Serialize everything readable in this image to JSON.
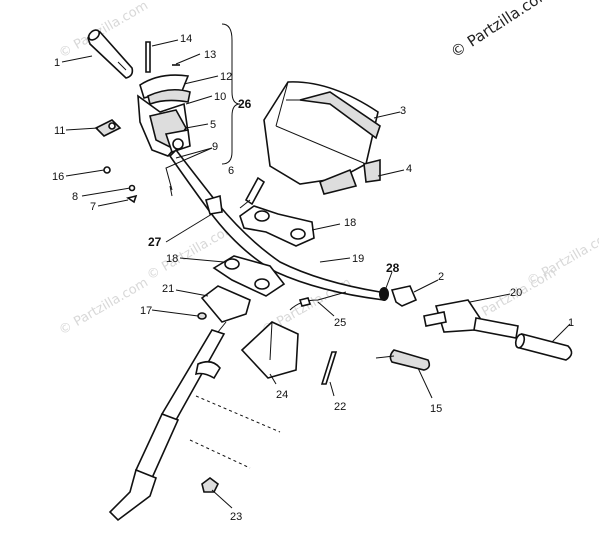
{
  "watermarks": [
    "© Partzilla.com",
    "© Partzilla.com",
    "© Partzilla.com",
    "© Partzilla.com",
    "© Partzilla.com",
    "© Partzilla.com"
  ],
  "copyright": "© Partzilla.com",
  "callouts": {
    "c1a": "1",
    "c14": "14",
    "c13": "13",
    "c12": "12",
    "c10": "10",
    "c26": "26",
    "c11": "11",
    "c5": "5",
    "c9": "9",
    "c16": "16",
    "c8": "8",
    "c7": "7",
    "c6": "6",
    "c3": "3",
    "c4": "4",
    "c18a": "18",
    "c27": "27",
    "c18b": "18",
    "c19": "19",
    "c28": "28",
    "c2": "2",
    "c20": "20",
    "c1b": "1",
    "c21": "21",
    "c17": "17",
    "c25": "25",
    "c22": "22",
    "c24": "24",
    "c15": "15",
    "c23": "23"
  }
}
